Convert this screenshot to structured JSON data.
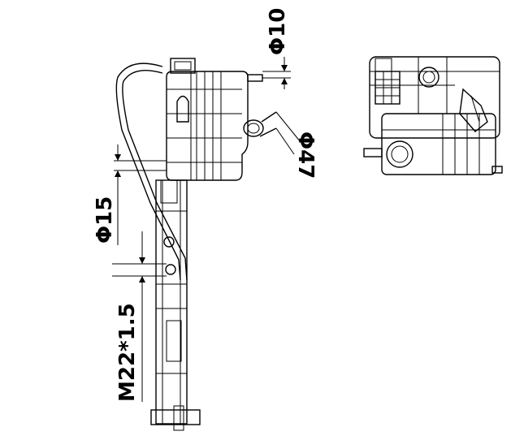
{
  "dimensions": {
    "outlet_diameter": "Φ10",
    "neck_diameter": "Φ47",
    "hose_diameter": "Φ15",
    "thread": "M22*1.5"
  }
}
